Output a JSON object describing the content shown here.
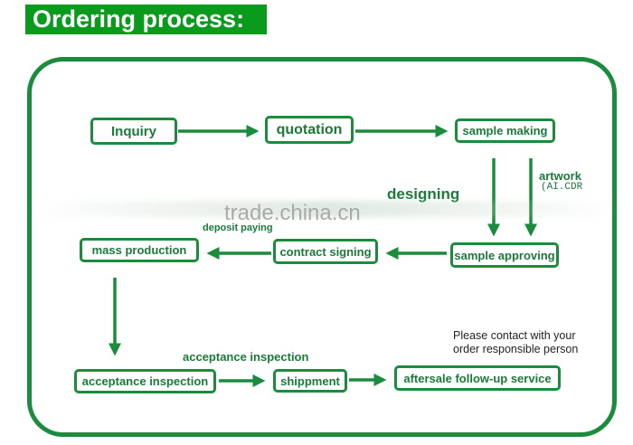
{
  "title": "Ordering process:",
  "colors": {
    "accent": "#1b8b3e",
    "title_bg": "#0a9a1c"
  },
  "steps": {
    "inquiry": "Inquiry",
    "quotation": "quotation",
    "sample_making": "sample making",
    "sample_approving": "sample approving",
    "contract_signing": "contract signing",
    "mass_production": "mass production",
    "acceptance_inspection": "acceptance inspection",
    "shippment": "shippment",
    "aftersale": "aftersale follow-up service"
  },
  "labels": {
    "designing": "designing",
    "artwork": "artwork",
    "artwork_formats": "(AI.CDR",
    "deposit_paying": "deposit paying",
    "acceptance_inspection": "acceptance inspection",
    "contact_note_1": "Please contact with your",
    "contact_note_2": "order responsible person"
  },
  "watermark": "trade.china.cn"
}
